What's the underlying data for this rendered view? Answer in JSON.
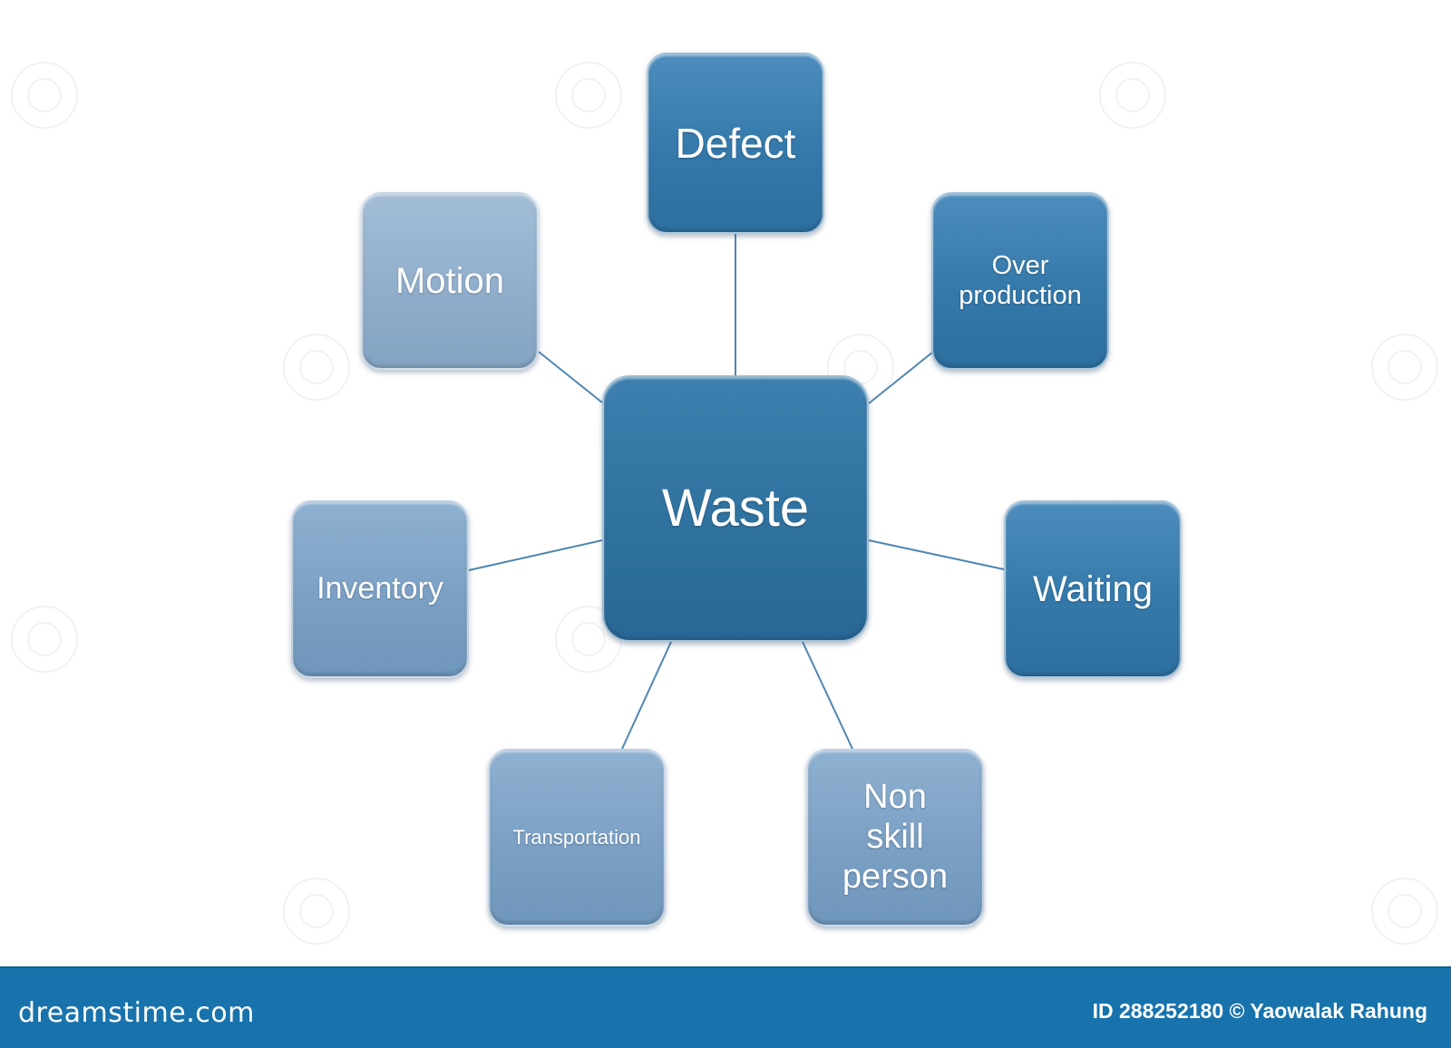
{
  "diagram": {
    "center": "Waste",
    "nodes": {
      "defect": "Defect",
      "over_production": "Over\nproduction",
      "waiting": "Waiting",
      "non_skill_person": "Non\nskill\nperson",
      "transportation": "Transportation",
      "inventory": "Inventory",
      "motion": "Motion"
    },
    "colors": {
      "dark_node": "#3479aa",
      "center_node": "#2f729f",
      "light_node": "#90aecb",
      "mid_node": "#7ba0c4",
      "connector": "#4f86b1"
    }
  },
  "footer": {
    "logo": "dreamstime.com",
    "credit": "ID 288252180 © Yaowalak Rahung",
    "color": "#1873ad"
  }
}
